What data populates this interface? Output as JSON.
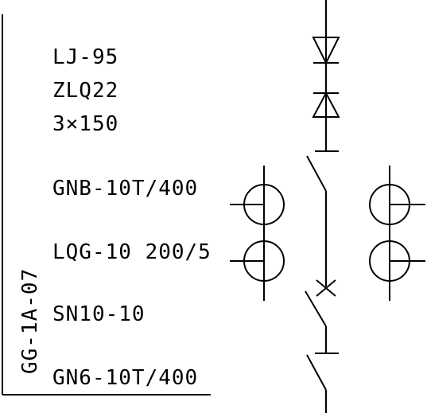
{
  "labels": {
    "line_1": "LJ-95",
    "line_2": "ZLQ22",
    "line_3": "3×150",
    "line_4": "GNB-10T/400",
    "line_5": "LQG-10 200/5",
    "line_6": "SN10-10",
    "line_7": "GN6-10T/400"
  },
  "cabinet_code": "GG-1A-07",
  "colors": {
    "line": "#000000",
    "background": "#ffffff"
  }
}
